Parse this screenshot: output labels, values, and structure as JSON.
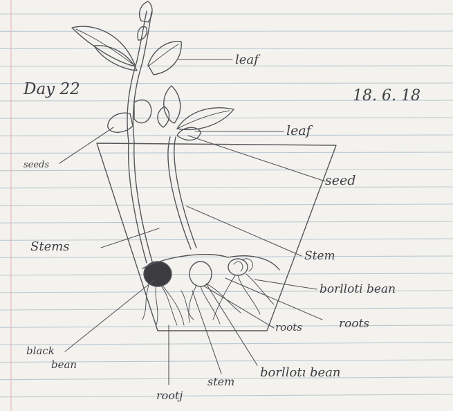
{
  "page": {
    "date": "18. 6. 18",
    "day": "Day 22"
  },
  "labels": {
    "leaf_top": "leaf",
    "leaf_mid": "leaf",
    "seeds": "seeds",
    "seed": "seed",
    "stems": "Stems",
    "stem_right": "Stem",
    "borlotti_bean_right": "borlloti bean",
    "roots_right": "roots",
    "roots_mid": "roots",
    "black_bean": "black",
    "black_bean_2": "bean",
    "borlotti_bean_bottom": "borllotı bean",
    "stem_bottom": "stem",
    "roots_bottom": "rootj"
  },
  "colors": {
    "paper": "#f4f2ee",
    "rule_line": "#b9c9d3",
    "margin_line": "#e4b8b8",
    "pencil": "#54545a"
  }
}
